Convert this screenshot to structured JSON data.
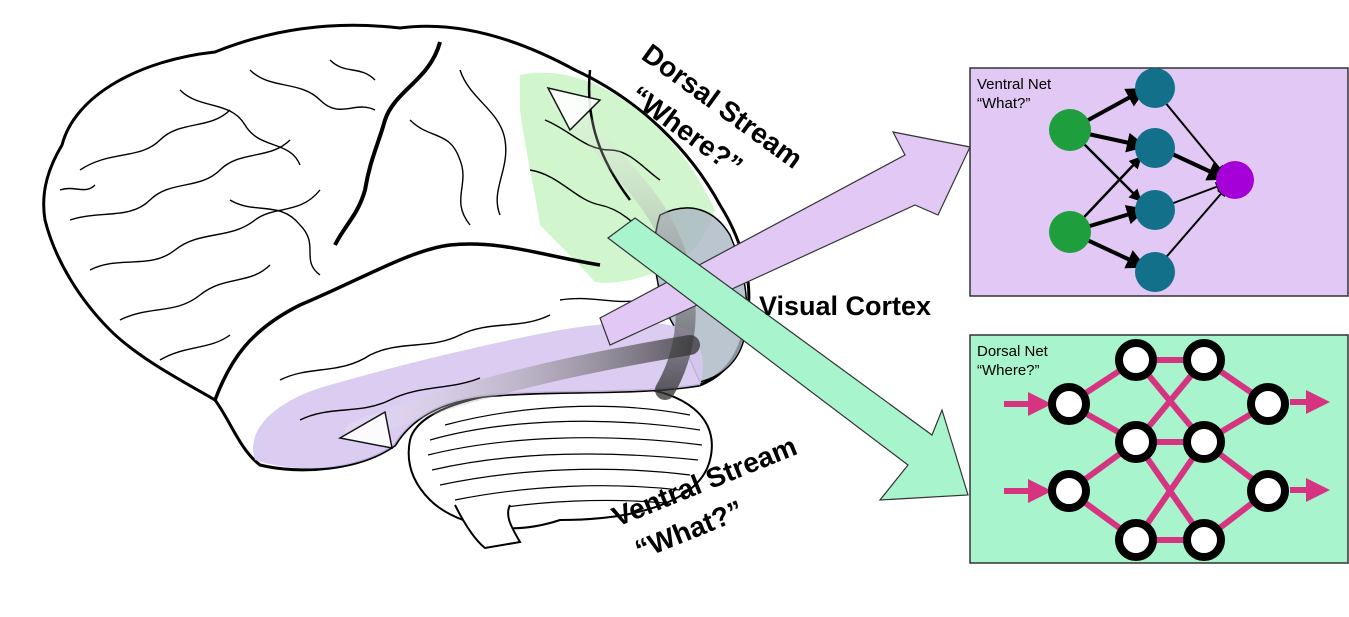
{
  "labels": {
    "dorsal_stream_line1": "Dorsal Stream",
    "dorsal_stream_line2": "“Where?”",
    "ventral_stream_line1": "Ventral Stream",
    "ventral_stream_line2": "“What?”",
    "visual_cortex": "Visual Cortex"
  },
  "ventral_net": {
    "title_line1": "Ventral Net",
    "title_line2": "“What?”",
    "panel_color": "#e2c9f5",
    "input_color": "#1e9e3c",
    "hidden_color": "#13708a",
    "output_color": "#a600d9"
  },
  "dorsal_net": {
    "title_line1": "Dorsal Net",
    "title_line2": "“Where?”",
    "panel_color": "#a8f4cd",
    "edge_color": "#d63381"
  },
  "colors": {
    "dorsal_region": "#c9f3c3",
    "ventral_region": "#d7c7ef",
    "ventral_arrow": "#e2c9f5",
    "dorsal_arrow": "#a8f4cd"
  }
}
